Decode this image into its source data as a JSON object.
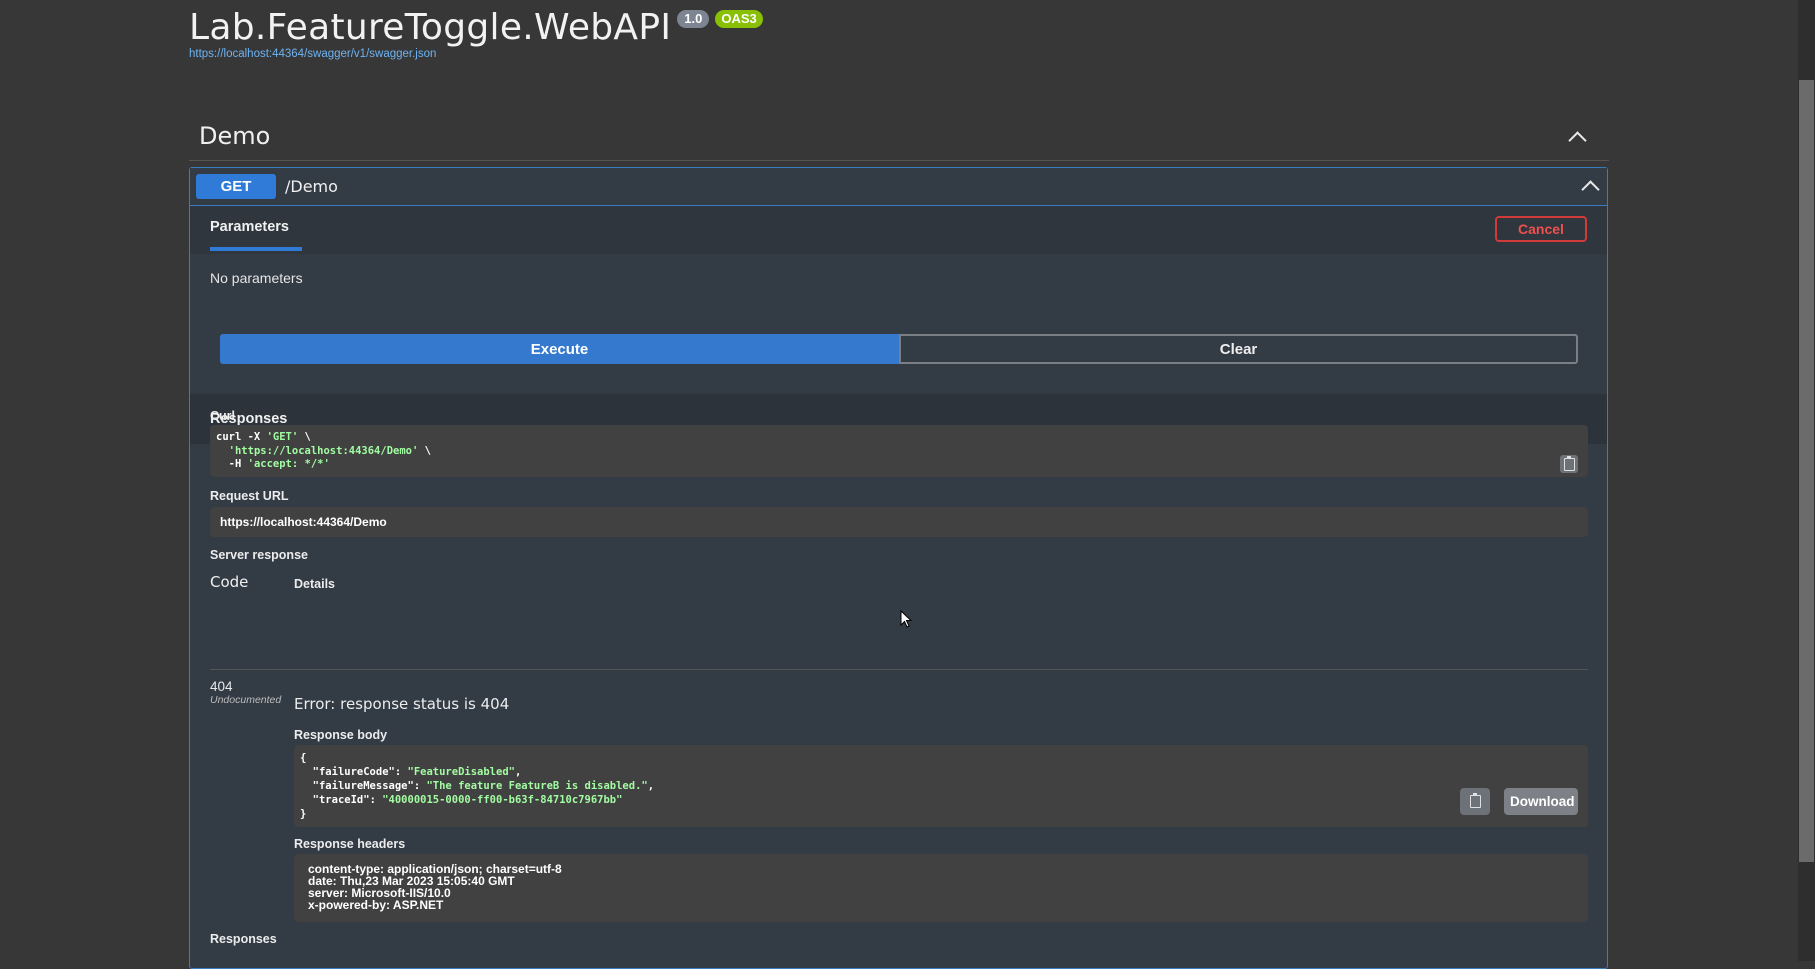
{
  "header": {
    "title": "Lab.FeatureToggle.WebAPI",
    "version_badge": "1.0",
    "oas_badge": "OAS3",
    "spec_url": "https://localhost:44364/swagger/v1/swagger.json"
  },
  "tag": {
    "name": "Demo"
  },
  "operation": {
    "method": "GET",
    "path": "/Demo",
    "params_tab": "Parameters",
    "cancel_label": "Cancel",
    "no_params": "No parameters",
    "execute_label": "Execute",
    "clear_label": "Clear",
    "responses_title": "Responses"
  },
  "result": {
    "curl_label": "Curl",
    "curl_line1": "curl -X ",
    "curl_method": "'GET'",
    "curl_line1_end": " \\",
    "curl_line2_url": "'https://localhost:44364/Demo'",
    "curl_line2_end": " \\",
    "curl_line3_flag": "-H ",
    "curl_line3_header": "'accept: */*'",
    "request_url_label": "Request URL",
    "request_url": "https://localhost:44364/Demo",
    "server_response_label": "Server response",
    "code_header": "Code",
    "details_header": "Details",
    "code": "404",
    "code_note": "Undocumented",
    "error_message": "Error: response status is 404",
    "response_body_label": "Response body",
    "body_open": "{",
    "body_key1": "\"failureCode\"",
    "body_val1": "\"FeatureDisabled\"",
    "body_key2": "\"failureMessage\"",
    "body_val2": "\"The feature FeatureB is disabled.\"",
    "body_key3": "\"traceId\"",
    "body_val3": "\"40000015-0000-ff00-b63f-84710c7967bb\"",
    "body_close": "}",
    "download_label": "Download",
    "response_headers_label": "Response headers",
    "headers": [
      "content-type: application/json; charset=utf-8",
      "date: Thu,23 Mar 2023 15:05:40 GMT",
      "server: Microsoft-IIS/10.0",
      "x-powered-by: ASP.NET"
    ],
    "responses_label": "Responses"
  }
}
